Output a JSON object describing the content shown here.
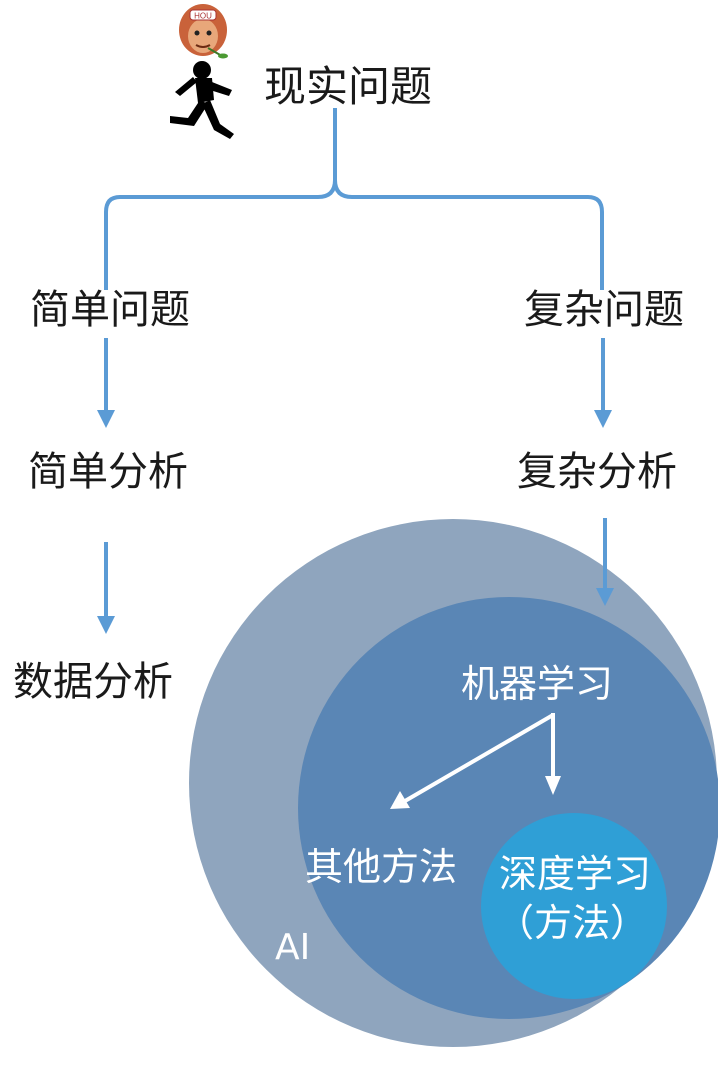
{
  "top": {
    "icon": "running-man-icon",
    "badge_text": "HOU",
    "title": "现实问题"
  },
  "left_branch": {
    "problem": "简单问题",
    "analysis": "简单分析",
    "result": "数据分析"
  },
  "right_branch": {
    "problem": "复杂问题",
    "analysis": "复杂分析"
  },
  "venn": {
    "outer_label": "AI",
    "middle_label": "机器学习",
    "other_methods": "其他方法",
    "inner_label_line1": "深度学习",
    "inner_label_line2": "（方法）"
  },
  "colors": {
    "connector": "#5b9bd5",
    "outer_circle": "#8fa5be",
    "middle_circle": "#5a86b5",
    "inner_circle": "#2f9fd6"
  }
}
